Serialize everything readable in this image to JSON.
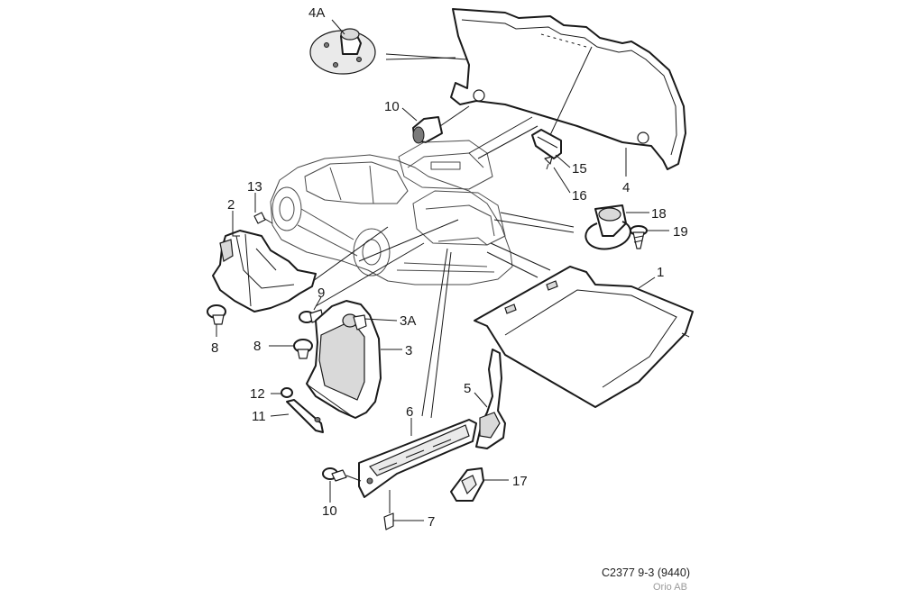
{
  "callouts": {
    "c4A": "4A",
    "c10a": "10",
    "c13": "13",
    "c2": "2",
    "c9": "9",
    "c3A": "3A",
    "c8a": "8",
    "c8b": "8",
    "c3": "3",
    "c12": "12",
    "c11": "11",
    "c6": "6",
    "c10b": "10",
    "c7": "7",
    "c5": "5",
    "c17": "17",
    "c1": "1",
    "c18": "18",
    "c19": "19",
    "c15": "15",
    "c16": "16",
    "c4": "4"
  },
  "caption": {
    "reference": "C2377 9-3 (9440)",
    "source": "Orio AB"
  }
}
